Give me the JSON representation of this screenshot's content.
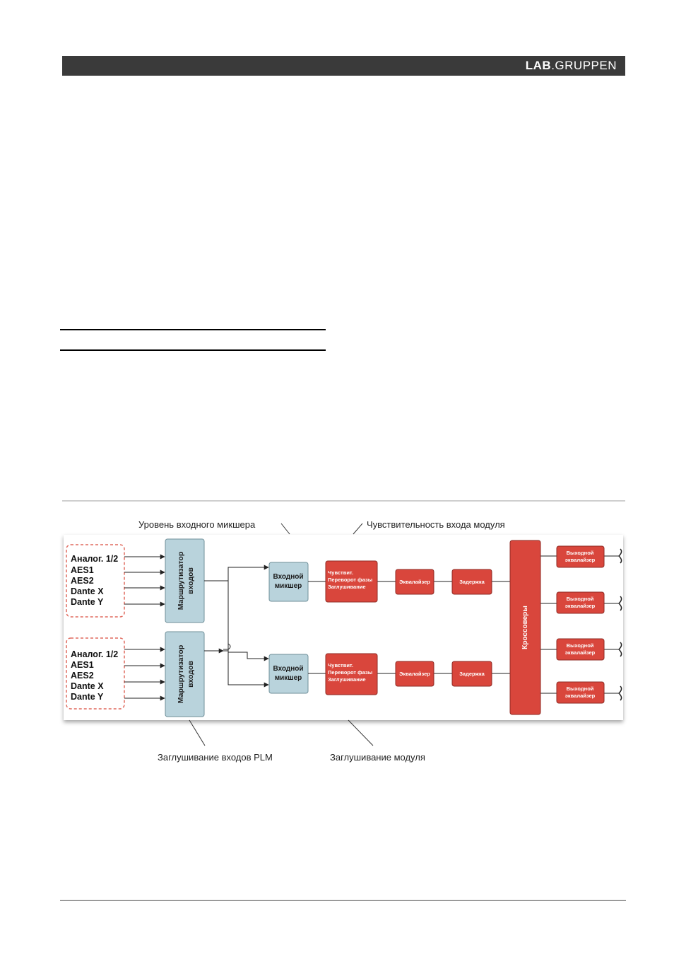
{
  "header": {
    "brand_part1": "LAB",
    "brand_part2": ".GRUPPEN"
  },
  "diagram": {
    "captions": {
      "input_mixer_level": "Уровень входного микшера",
      "module_input_sensitivity": "Чувствительность входа модуля",
      "plm_input_mute": "Заглушивание входов PLM",
      "module_mute": "Заглушивание модуля"
    },
    "input_groups": [
      {
        "labels": [
          "Аналог. 1/2",
          "AES1",
          "AES2",
          "Dante X",
          "Dante Y"
        ]
      },
      {
        "labels": [
          "Аналог. 1/2",
          "AES1",
          "AES2",
          "Dante X",
          "Dante Y"
        ]
      }
    ],
    "input_router": {
      "line1": "Маршрутизатор",
      "line2": "входов"
    },
    "input_mixer": {
      "line1": "Входной",
      "line2": "микшер"
    },
    "sensitivity_block": {
      "line1": "Чувствит.",
      "line2": "Переворот фазы",
      "line3": "Заглушивание"
    },
    "equalizer": "Эквалайзер",
    "delay": "Задержка",
    "crossovers": "Кроссоверы",
    "output_eq": {
      "line1": "Выходной",
      "line2": "эквалайзер"
    },
    "colors": {
      "router_fill": "#b9d3dc",
      "processing_fill": "#d9463c",
      "dashed_border": "#e06a5e"
    }
  }
}
